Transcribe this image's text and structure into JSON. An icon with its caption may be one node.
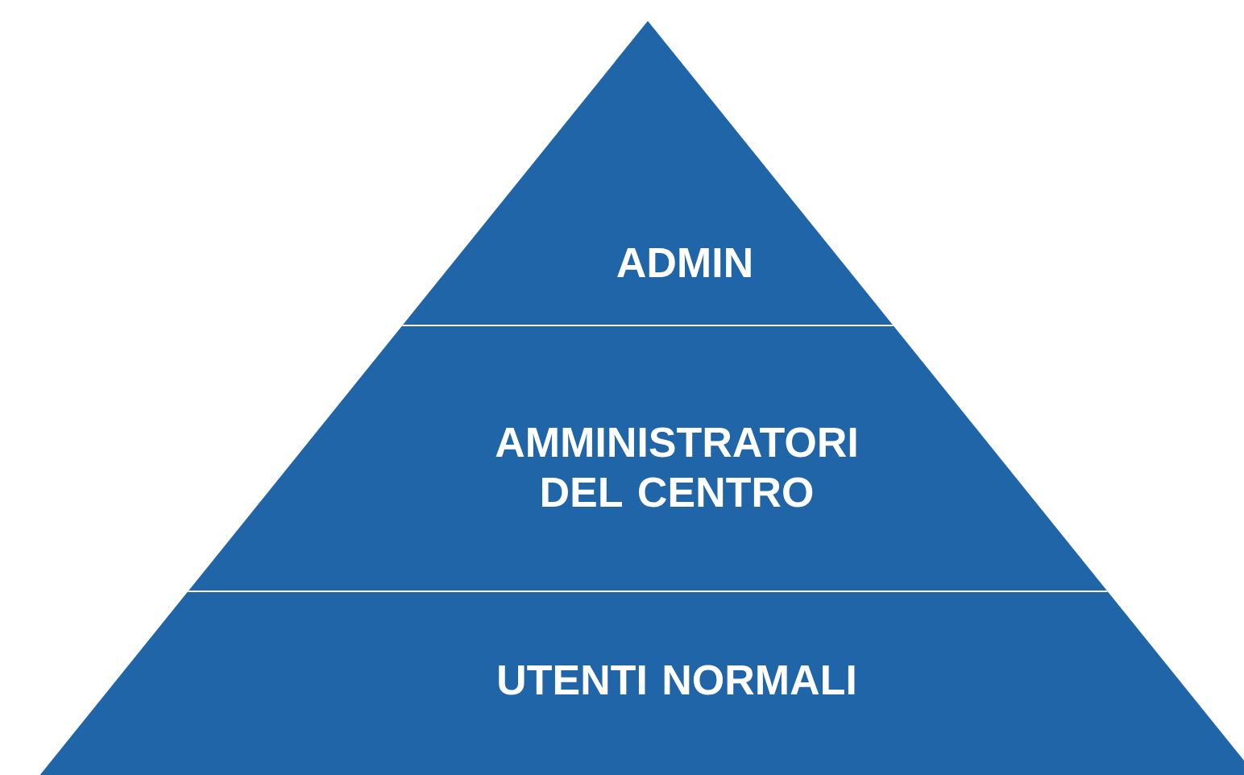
{
  "diagram": {
    "nodes": [
      {
        "text": [
          "ADMIN"
        ]
      },
      {
        "text": [
          "AMMINISTRATORI DEL CENTRO"
        ]
      },
      {
        "text": [
          "UTENTI NORMALI"
        ]
      }
    ]
  }
}
